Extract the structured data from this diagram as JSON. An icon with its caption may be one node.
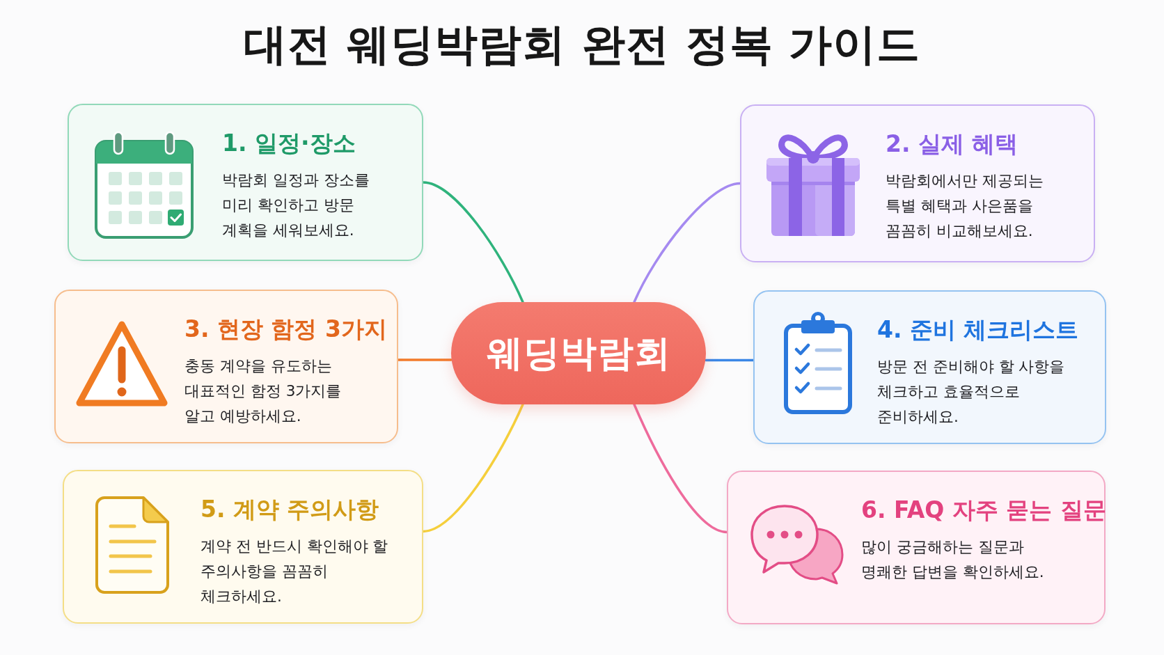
{
  "diagram": {
    "title": "대전 웨딩박람회 완전 정복 가이드",
    "nodes": [
      {
        "text": [
          "1. 일정·장소",
          "박람회 일정과 장소를 미리 확인하고 방문 계획을 세워보세요."
        ]
      },
      {
        "text": [
          "2. 실제 혜택",
          "박람회에서만 제공되는 특별 혜택과 사은품을 꼼꼼히 비교해보세요."
        ]
      },
      {
        "text": [
          "3. 현장 함정 3가지",
          "충동 계약을 유도하는 대표적인 함정 3가지를 알고 예방하세요."
        ]
      },
      {
        "text": [
          "웨딩박람회"
        ]
      },
      {
        "text": [
          "4. 준비 체크리스트",
          "방문 전 준비해야 할 사항을 체크하고 효율적으로 준비하세요."
        ]
      },
      {
        "text": [
          "5. 계약 주의사항",
          "계약 전 반드시 확인해야 할 주의사항을 꼼꼼히 체크하세요."
        ]
      },
      {
        "text": [
          "6. FAQ 자주 묻는 질문",
          "많이 궁금해하는 질문과 명쾌한 답변을 확인하세요."
        ]
      }
    ],
    "edges": [
      {
        "from": 3,
        "to": 0,
        "arrow": "none",
        "color": "#2fb37c"
      },
      {
        "from": 3,
        "to": 1,
        "arrow": "none",
        "color": "#a58af0"
      },
      {
        "from": 3,
        "to": 2,
        "arrow": "none",
        "color": "#f27b2b"
      },
      {
        "from": 3,
        "to": 4,
        "arrow": "none",
        "color": "#3b87e6"
      },
      {
        "from": 3,
        "to": 5,
        "arrow": "none",
        "color": "#f5cf3c"
      },
      {
        "from": 3,
        "to": 6,
        "arrow": "none",
        "color": "#ee6b9c"
      }
    ]
  }
}
